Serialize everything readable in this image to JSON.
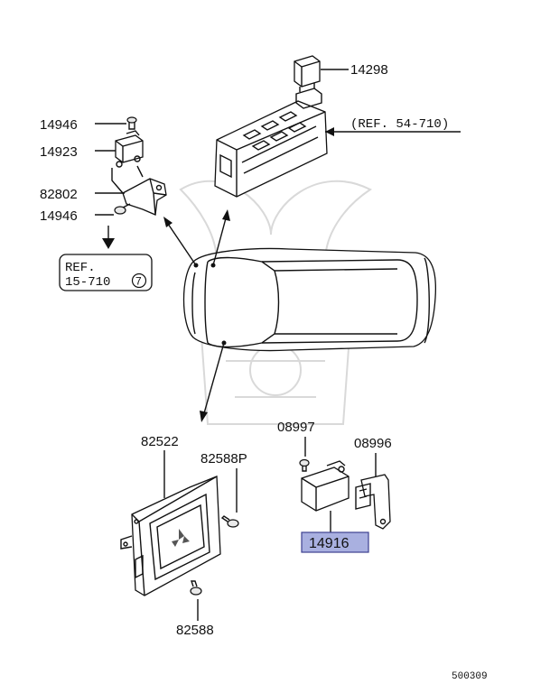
{
  "labels": {
    "p14298": "14298",
    "ref54": "(REF. 54-710)",
    "p14946_top": "14946",
    "p14923": "14923",
    "p82802": "82802",
    "p14946_bot": "14946",
    "ref15_line1": "REF.",
    "ref15_line2": "15-710",
    "ref15_circle": "7",
    "p82522": "82522",
    "p82588P": "82588P",
    "p08997": "08997",
    "p08996": "08996",
    "p14916": "14916",
    "p82588": "82588",
    "diagram_id": "500309"
  },
  "colors": {
    "highlight_fill": "#a9b0e0",
    "highlight_stroke": "#3c3f8f",
    "line": "#111111",
    "watermark": "#d9d9d9"
  }
}
